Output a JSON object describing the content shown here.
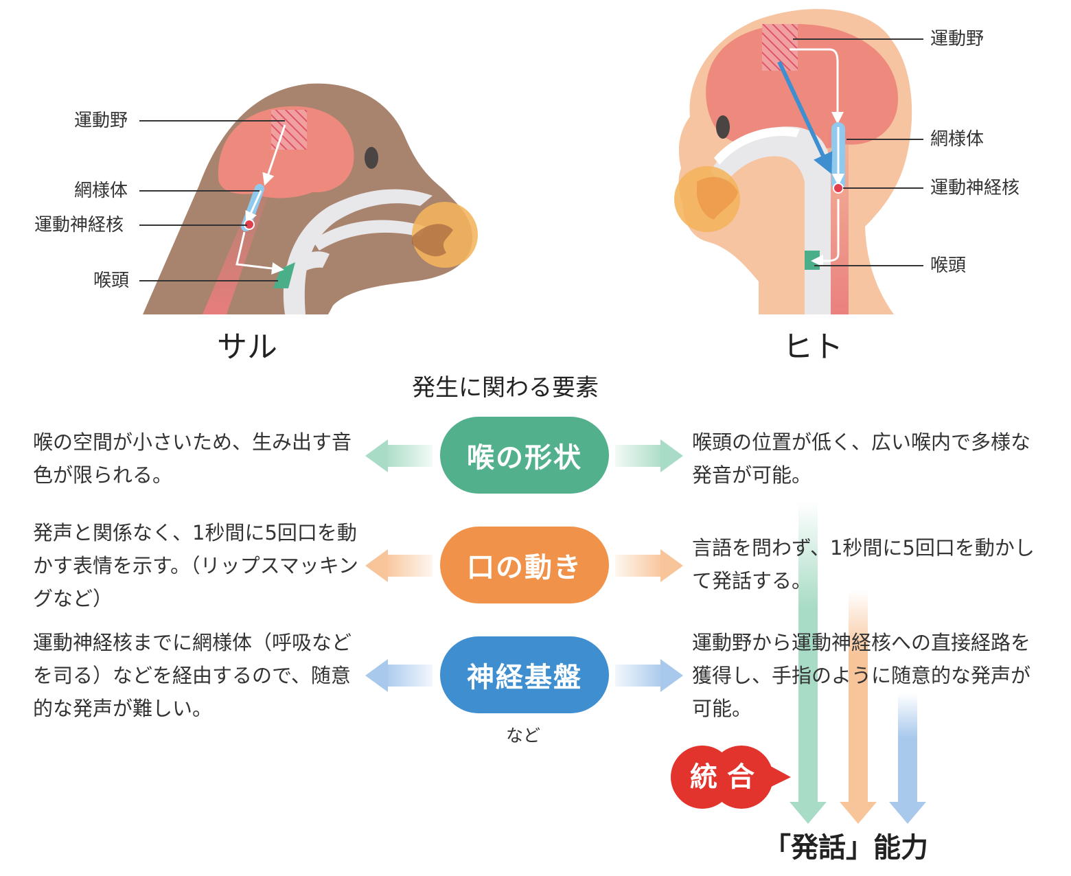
{
  "monkey": {
    "name": "サル",
    "labels": {
      "motor_cortex": "運動野",
      "reticular": "網様体",
      "motor_nucleus": "運動神経核",
      "larynx": "喉頭"
    }
  },
  "human": {
    "name": "ヒト",
    "labels": {
      "motor_cortex": "運動野",
      "reticular": "網様体",
      "motor_nucleus": "運動神経核",
      "larynx": "喉頭"
    }
  },
  "center_title": "発生に関わる要素",
  "factors": [
    {
      "label": "喉の形状",
      "color": "#52b08c",
      "monkey_text": "喉の空間が小さいため、生み出す音色が限られる。",
      "human_text": "喉頭の位置が低く、広い喉内で多様な発音が可能。"
    },
    {
      "label": "口の動き",
      "color": "#f0924a",
      "monkey_text": "発声と関係なく、1秒間に5回口を動かす表情を示す。（リップスマッキングなど）",
      "human_text": "言語を問わず、1秒間に5回口を動かして発話する。"
    },
    {
      "label": "神経基盤",
      "color": "#3f8fd0",
      "monkey_text": "運動神経核までに網様体（呼吸などを司る）などを経由するので、随意的な発声が難しい。",
      "human_text": "運動野から運動神経核への直接経路を獲得し、手指のように随意的な発声が可能。"
    }
  ],
  "etc_note": "など",
  "integration_badge": "統 合",
  "result": "「発話」能力",
  "colors": {
    "red_badge": "#e2332c",
    "skin": "#f6c4a0",
    "monkey_fur": "#a8836e",
    "brain": "#ee8a7d"
  }
}
